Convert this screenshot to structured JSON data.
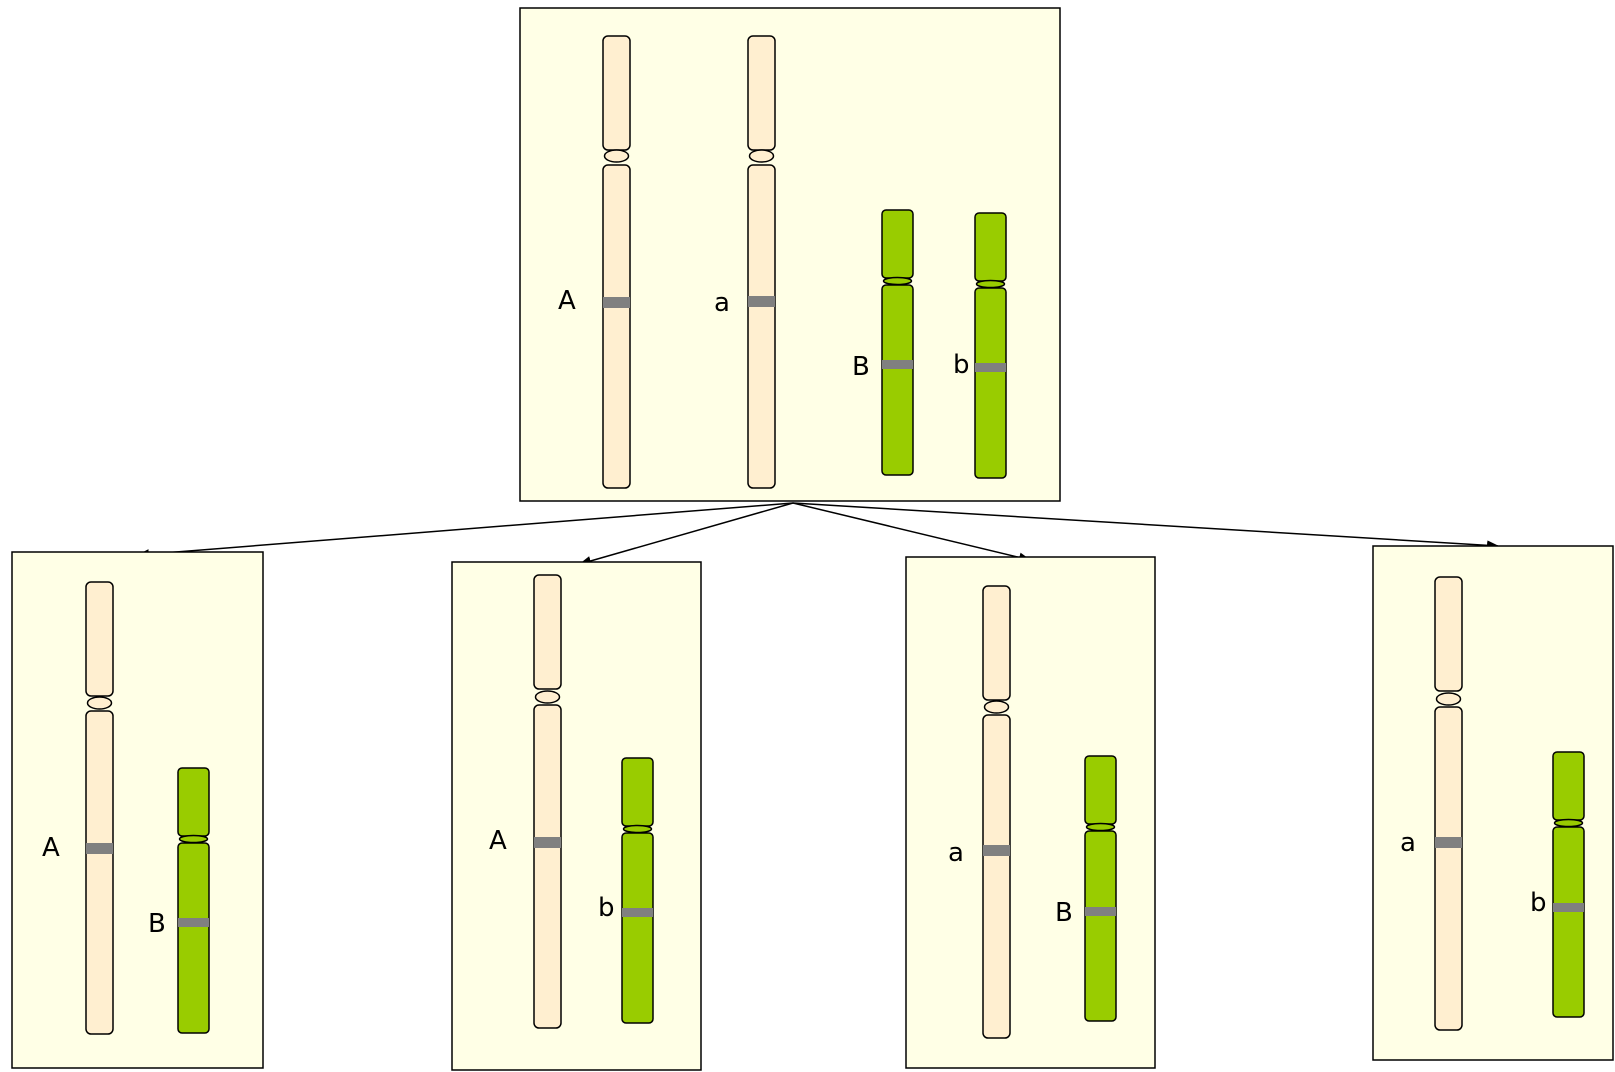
{
  "colors": {
    "cell_fill": "#ffffe6",
    "large_chromosome": "#ffefd0",
    "small_chromosome": "#99cc00",
    "gene_locus": "#808080"
  },
  "parent_cell": {
    "alleles": [
      "A",
      "a",
      "B",
      "b"
    ]
  },
  "daughter_cells": [
    {
      "alleles": [
        "A",
        "B"
      ]
    },
    {
      "alleles": [
        "A",
        "b"
      ]
    },
    {
      "alleles": [
        "a",
        "B"
      ]
    },
    {
      "alleles": [
        "a",
        "b"
      ]
    }
  ]
}
